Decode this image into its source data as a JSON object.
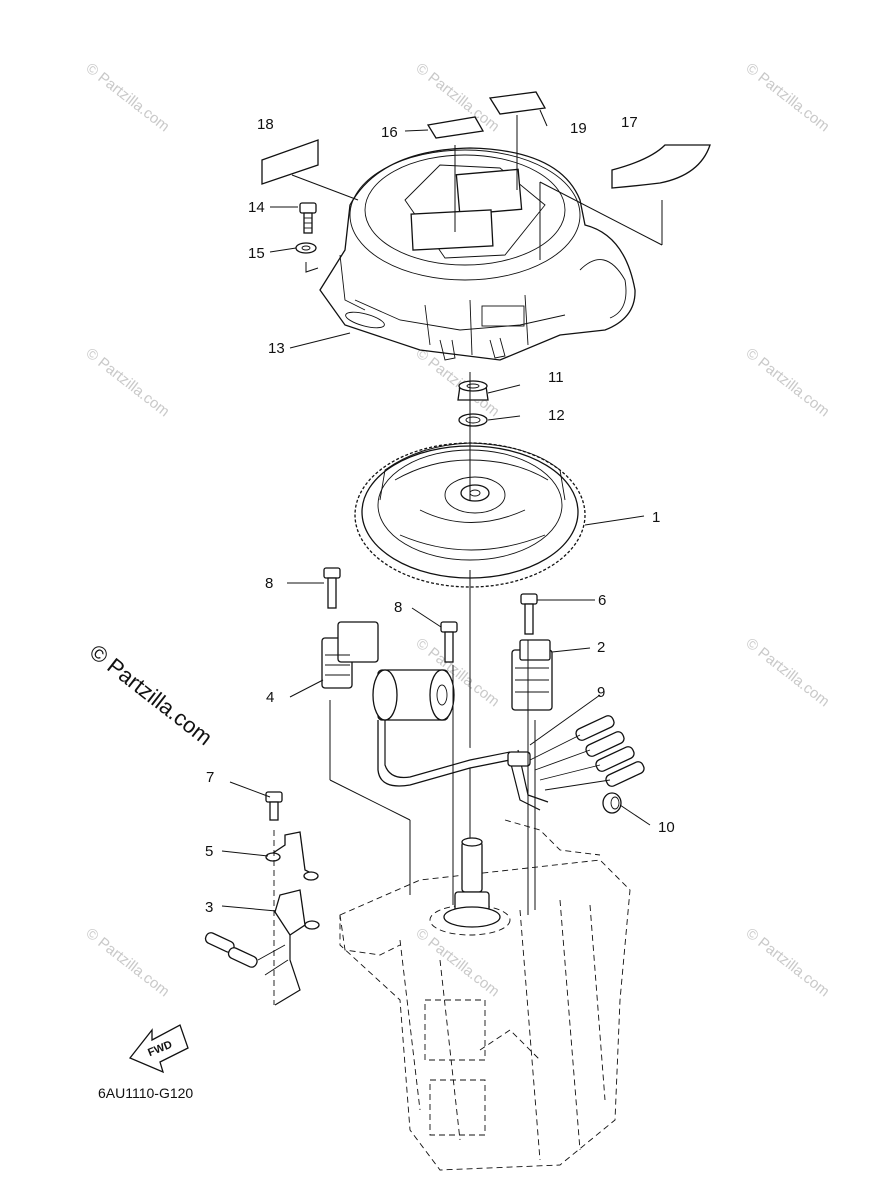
{
  "watermark": {
    "text": "© Partzilla.com"
  },
  "callouts": [
    {
      "id": "1",
      "label": "1"
    },
    {
      "id": "2",
      "label": "2"
    },
    {
      "id": "3",
      "label": "3"
    },
    {
      "id": "4",
      "label": "4"
    },
    {
      "id": "5",
      "label": "5"
    },
    {
      "id": "6",
      "label": "6"
    },
    {
      "id": "7",
      "label": "7"
    },
    {
      "id": "8a",
      "label": "8"
    },
    {
      "id": "8b",
      "label": "8"
    },
    {
      "id": "9",
      "label": "9"
    },
    {
      "id": "10",
      "label": "10"
    },
    {
      "id": "11",
      "label": "11"
    },
    {
      "id": "12",
      "label": "12"
    },
    {
      "id": "13",
      "label": "13"
    },
    {
      "id": "14",
      "label": "14"
    },
    {
      "id": "15",
      "label": "15"
    },
    {
      "id": "16",
      "label": "16"
    },
    {
      "id": "17",
      "label": "17"
    },
    {
      "id": "18",
      "label": "18"
    },
    {
      "id": "19",
      "label": "19"
    }
  ],
  "direction_badge": {
    "label": "FWD"
  },
  "diagram_code": "6AU1110-G120",
  "icons": {
    "fwd_arrow": "arrow-badge-icon"
  }
}
